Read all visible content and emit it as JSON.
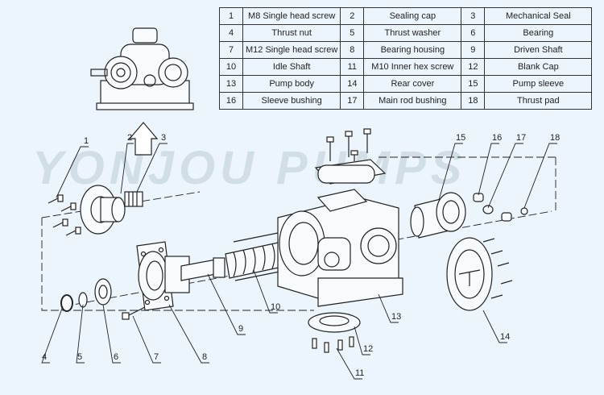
{
  "watermark": "YONJOU PUMPS",
  "parts": [
    {
      "no": "1",
      "name": "M8 Single head screw"
    },
    {
      "no": "2",
      "name": "Sealing cap"
    },
    {
      "no": "3",
      "name": "Mechanical Seal"
    },
    {
      "no": "4",
      "name": "Thrust nut"
    },
    {
      "no": "5",
      "name": "Thrust washer"
    },
    {
      "no": "6",
      "name": "Bearing"
    },
    {
      "no": "7",
      "name": "M12 Single head screw"
    },
    {
      "no": "8",
      "name": "Bearing housing"
    },
    {
      "no": "9",
      "name": "Driven Shaft"
    },
    {
      "no": "10",
      "name": "Idle Shaft"
    },
    {
      "no": "11",
      "name": "M10 Inner hex screw"
    },
    {
      "no": "12",
      "name": "Blank Cap"
    },
    {
      "no": "13",
      "name": "Pump body"
    },
    {
      "no": "14",
      "name": "Rear cover"
    },
    {
      "no": "15",
      "name": "Pump sleeve"
    },
    {
      "no": "16",
      "name": "Sleeve bushing"
    },
    {
      "no": "17",
      "name": "Main rod bushing"
    },
    {
      "no": "18",
      "name": "Thrust pad"
    }
  ]
}
